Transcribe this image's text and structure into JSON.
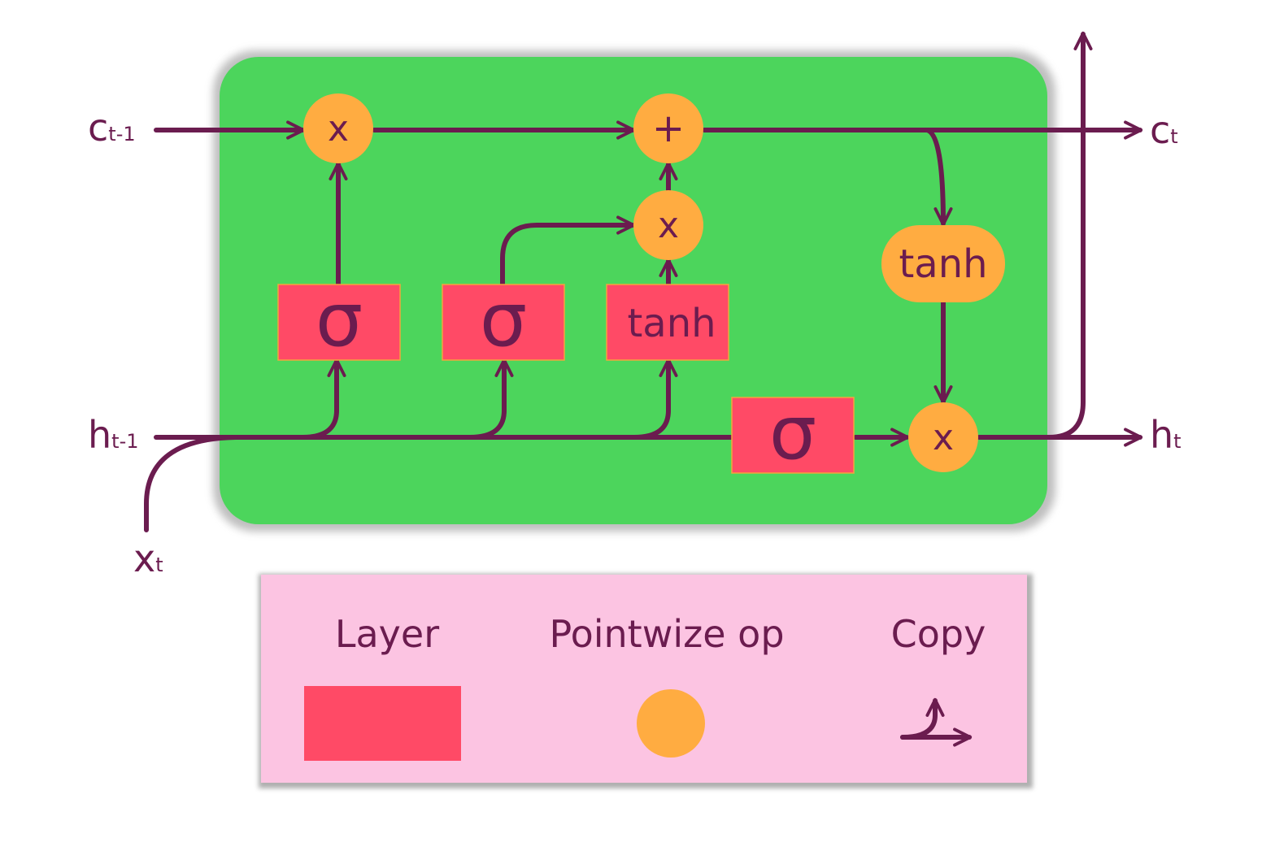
{
  "colors": {
    "cell": "#4cd55c",
    "layer": "#ff4a66",
    "pointwise": "#ffac41",
    "legend_bg": "#fcc4e2",
    "ink": "#6b1c4f"
  },
  "inputs": {
    "c_prev": {
      "main": "c",
      "sub": "t-1"
    },
    "h_prev": {
      "main": "h",
      "sub": "t-1"
    },
    "x": {
      "main": "x",
      "sub": "t"
    }
  },
  "outputs": {
    "c": {
      "main": "c",
      "sub": "t"
    },
    "h": {
      "main": "h",
      "sub": "t"
    }
  },
  "layers": {
    "forget_gate": "σ",
    "input_gate": "σ",
    "candidate": "tanh",
    "output_gate": "σ"
  },
  "pointwise": {
    "forget_mul": "x",
    "cell_add": "+",
    "input_mul": "x",
    "output_tanh": "tanh",
    "output_mul": "x"
  },
  "legend": {
    "layer_label": "Layer",
    "pointwise_label": "Pointwize op",
    "copy_label": "Copy"
  }
}
